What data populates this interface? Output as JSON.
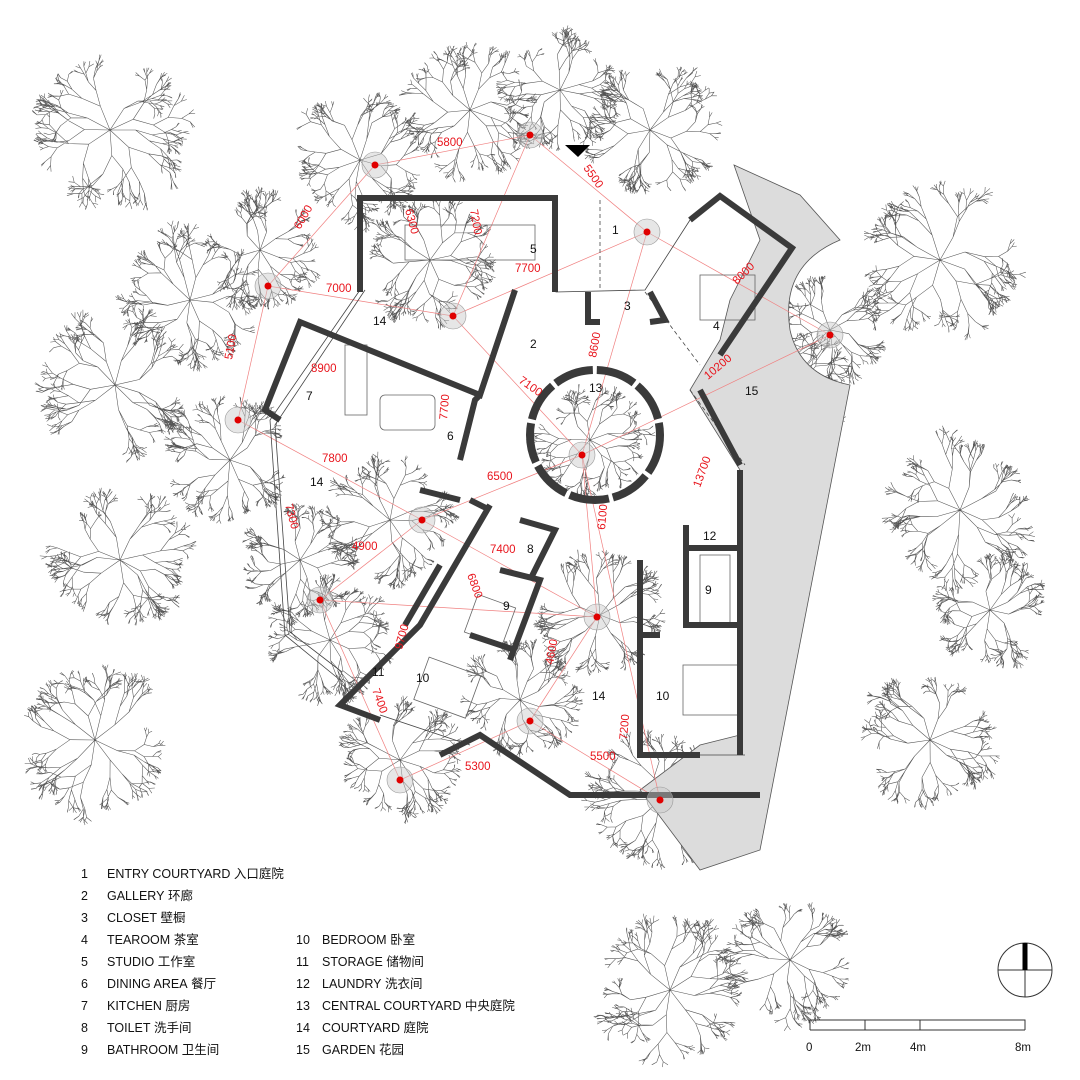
{
  "rooms": [
    {
      "no": "1",
      "name": "ENTRY COURTYARD",
      "zh": "入口庭院"
    },
    {
      "no": "2",
      "name": "GALLERY",
      "zh": "环廊"
    },
    {
      "no": "3",
      "name": "CLOSET",
      "zh": "壁橱"
    },
    {
      "no": "4",
      "name": "TEAROOM",
      "zh": "茶室"
    },
    {
      "no": "5",
      "name": "STUDIO",
      "zh": "工作室"
    },
    {
      "no": "6",
      "name": "DINING AREA",
      "zh": "餐厅"
    },
    {
      "no": "7",
      "name": "KITCHEN",
      "zh": "厨房"
    },
    {
      "no": "8",
      "name": "TOILET",
      "zh": "洗手间"
    },
    {
      "no": "9",
      "name": "BATHROOM",
      "zh": "卫生间"
    },
    {
      "no": "10",
      "name": "BEDROOM",
      "zh": "卧室"
    },
    {
      "no": "11",
      "name": "STORAGE",
      "zh": "储物间"
    },
    {
      "no": "12",
      "name": "LAUNDRY",
      "zh": "洗衣间"
    },
    {
      "no": "13",
      "name": "CENTRAL COURTYARD",
      "zh": "中央庭院"
    },
    {
      "no": "14",
      "name": "COURTYARD",
      "zh": "庭院"
    },
    {
      "no": "15",
      "name": "GARDEN",
      "zh": "花园"
    }
  ],
  "plan_labels": [
    "1",
    "2",
    "3",
    "4",
    "5",
    "6",
    "7",
    "8",
    "9",
    "9",
    "10",
    "10",
    "11",
    "12",
    "13",
    "14",
    "14",
    "14",
    "15"
  ],
  "dimensions": [
    "5800",
    "5500",
    "6000",
    "6300",
    "7200",
    "7700",
    "8000",
    "7000",
    "5100",
    "8900",
    "8600",
    "7100",
    "10200",
    "7700",
    "7800",
    "6500",
    "13700",
    "7300",
    "4900",
    "7400",
    "6100",
    "6800",
    "9700",
    "7400",
    "4600",
    "7200",
    "5300",
    "5500"
  ],
  "scale_bar": {
    "labels": [
      "0",
      "2m",
      "4m",
      "8m"
    ]
  },
  "colors": {
    "wall": "#3a3a3a",
    "dimension": "#e8141c",
    "tree": "#555555",
    "garden_fill": "#dcdcdc",
    "tree_center": "#e00000"
  }
}
